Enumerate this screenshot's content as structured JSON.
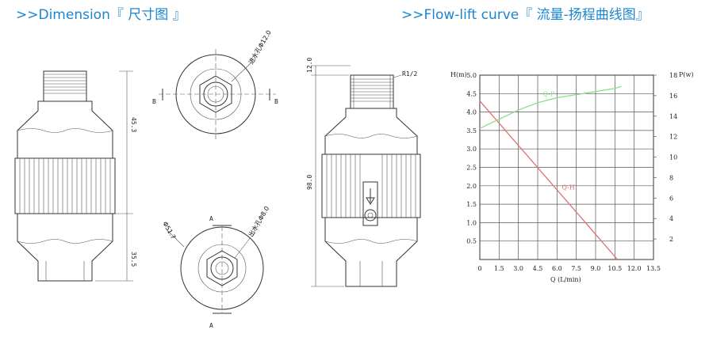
{
  "headings": {
    "dimension": ">>Dimension『 尺寸图 』",
    "curve": ">>Flow-lift curve『 流量-扬程曲线图』"
  },
  "drawing": {
    "dim_upper": "45.3",
    "dim_lower": "35.5",
    "dim_total": "98.0",
    "dim_top": "12.0",
    "thread": "R1/2",
    "inlet_label": "进水孔Φ12.0",
    "outlet_label": "出水孔Φ8.0",
    "outer_label": "Φ51.7",
    "section_b": "B",
    "section_a": "A"
  },
  "chart_data": {
    "type": "line",
    "xlabel": "Q (L/min)",
    "ylabel_left": "H(m)",
    "ylabel_right": "P(w)",
    "xlim": [
      0,
      13.5
    ],
    "ylim_left": [
      0,
      5.0
    ],
    "ylim_right": [
      0,
      18
    ],
    "x_ticks": [
      "0",
      "1.5",
      "3.0",
      "4.5",
      "6.0",
      "7.5",
      "9.0",
      "10.5",
      "12.0",
      "13.5"
    ],
    "y_ticks_left": [
      "0.5",
      "1.0",
      "1.5",
      "2.0",
      "2.5",
      "3.0",
      "3.5",
      "4.0",
      "4.5",
      "5.0"
    ],
    "y_ticks_right": [
      "2",
      "4",
      "6",
      "8",
      "10",
      "12",
      "14",
      "16",
      "18"
    ],
    "grid": true,
    "series": [
      {
        "name": "Q-H",
        "axis": "left",
        "color": "#e07070",
        "x": [
          0,
          10.7
        ],
        "y": [
          4.3,
          0
        ]
      },
      {
        "name": "Q-P",
        "axis": "right",
        "color": "#88e088",
        "x": [
          0,
          1.5,
          3.0,
          4.5,
          6.0,
          7.5,
          9.0,
          10.5,
          11.0
        ],
        "y": [
          12.8,
          13.7,
          14.6,
          15.3,
          15.8,
          16.1,
          16.4,
          16.7,
          16.9
        ]
      }
    ]
  }
}
